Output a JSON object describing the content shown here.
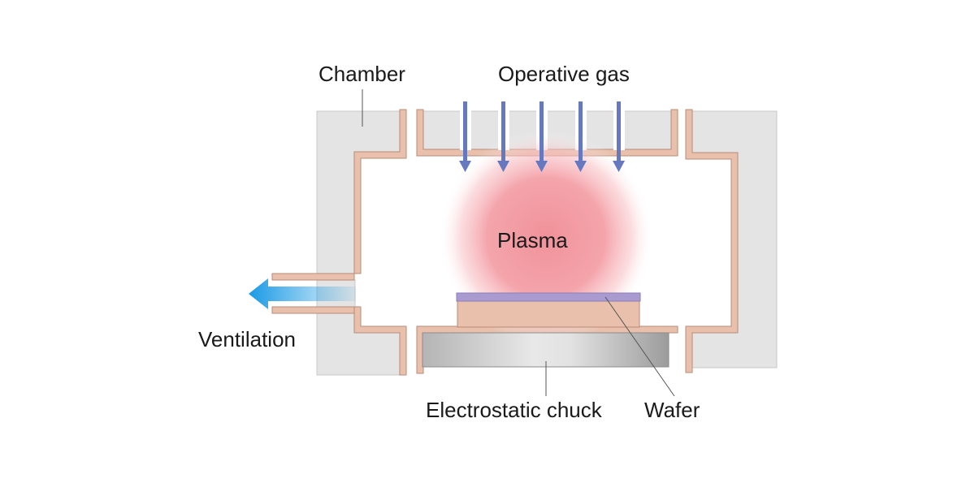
{
  "labels": {
    "chamber": "Chamber",
    "operative_gas": "Operative gas",
    "plasma": "Plasma",
    "ventilation": "Ventilation",
    "electrostatic_chuck": "Electrostatic chuck",
    "wafer": "Wafer"
  },
  "colors": {
    "chamber_fill": "#e4e4e4",
    "chamber_edge": "#c8c8c8",
    "liner_fill": "#e8c0ac",
    "liner_edge": "#b88c78",
    "gas_arrow": "#6678bf",
    "plasma_core": "#f08c94",
    "wafer": "#a99bd0",
    "pedestal": "#e8c0ac",
    "chuck_light": "#e6e6e6",
    "chuck_dark": "#a6a6a6",
    "vent_arrow": "#1ea0e6",
    "leader_line": "#555555"
  }
}
